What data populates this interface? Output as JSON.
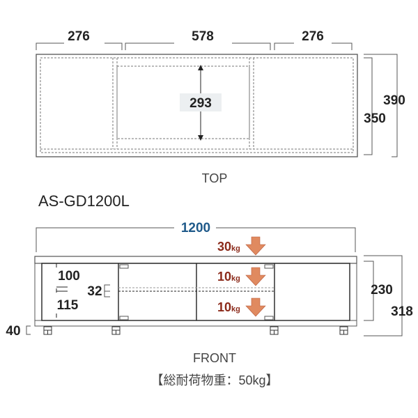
{
  "top_view": {
    "dims": {
      "left_width": "276",
      "center_width": "578",
      "right_width": "276",
      "opening_depth": "293",
      "inner_depth": "350",
      "total_depth": "390"
    },
    "caption": "TOP"
  },
  "model": "AS-GD1200L",
  "front_view": {
    "dims": {
      "total_width": "1200",
      "shelf_upper": "100",
      "shelf_lower": "115",
      "shelf_adjust": "32",
      "inner_height": "230",
      "total_height": "318",
      "caster_height": "40"
    },
    "loads": [
      {
        "value": "30",
        "unit": "kg"
      },
      {
        "value": "10",
        "unit": "kg"
      },
      {
        "value": "10",
        "unit": "kg"
      }
    ],
    "caption": "FRONT",
    "total_load": "【総耐荷物重：50kg】"
  },
  "colors": {
    "line": "#555555",
    "accent_blue": "#1f5a8a",
    "load_text": "#8b2a1a",
    "arrow": "#e08a60"
  }
}
